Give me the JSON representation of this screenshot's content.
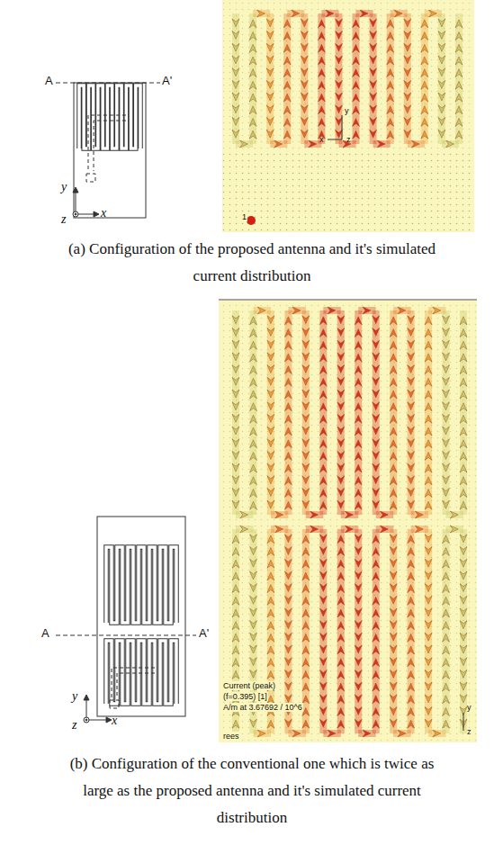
{
  "diagram": {
    "labels": [
      "A",
      "A'",
      "y",
      "z",
      "x",
      "1",
      "y",
      "x",
      "z",
      "(a) Configuration of the proposed antenna and it's simulated current distribution",
      "A",
      "A'",
      "y",
      "z",
      "x",
      "Current (peak)",
      "(f=0.395) [1]",
      "A/m at 3.67692 / 10^6",
      "rees",
      "y",
      "z",
      "(b) Configuration of the conventional one which is twice as large as the proposed antenna and it's simulated current distribution"
    ]
  }
}
